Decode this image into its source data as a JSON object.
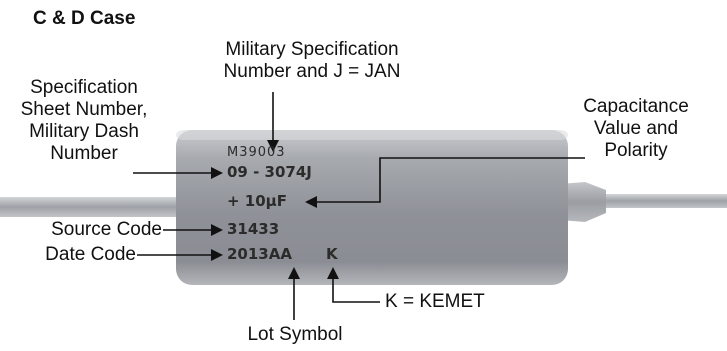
{
  "title": "C & D Case",
  "capacitor_markings": {
    "line1": "M39003",
    "line2": "09 - 3074J",
    "line3": "+ 10µF",
    "line4": "31433",
    "line5_date": "2013AA",
    "line5_mfr": "K"
  },
  "callouts": {
    "mil_spec": [
      "Military Specification",
      "Number and J = JAN"
    ],
    "spec_sheet": [
      "Specification",
      "Sheet Number,",
      "Military Dash",
      "Number"
    ],
    "capacitance": [
      "Capacitance",
      "Value and",
      "Polarity"
    ],
    "source_code": "Source Code",
    "date_code": "Date Code",
    "lot_symbol": "Lot Symbol",
    "kemet": "K = KEMET"
  },
  "colors": {
    "body": "#9a9da3",
    "lead": "#a9acb0",
    "text": "#111111"
  }
}
